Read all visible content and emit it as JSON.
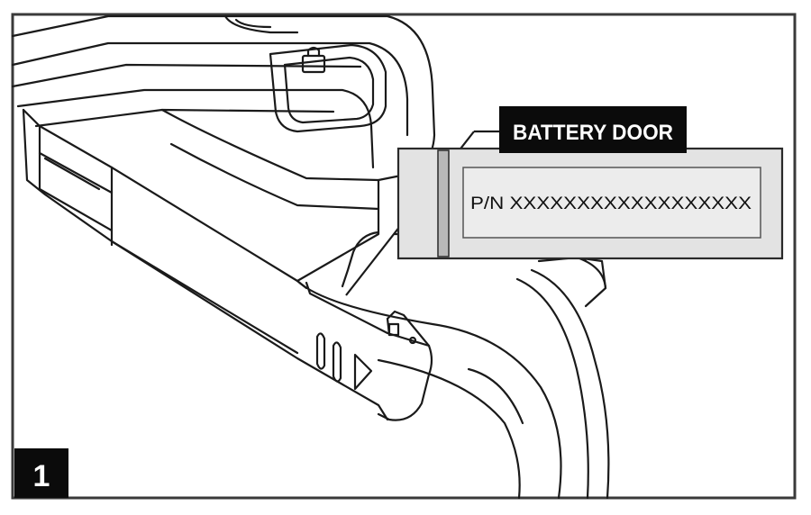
{
  "figure": {
    "step_number": "1",
    "callout_label": "BATTERY DOOR",
    "part_number_text": "P/N XXXXXXXXXXXXXXXXXX"
  },
  "colors": {
    "line": "#1a1a1a",
    "frame": "#3a3a3a",
    "label_bg": "#0b0b0b",
    "label_text": "#ffffff",
    "inset_bg": "#e3e3e3",
    "inset_inner": "#ececec",
    "inset_bar": "#b8b8b8"
  }
}
